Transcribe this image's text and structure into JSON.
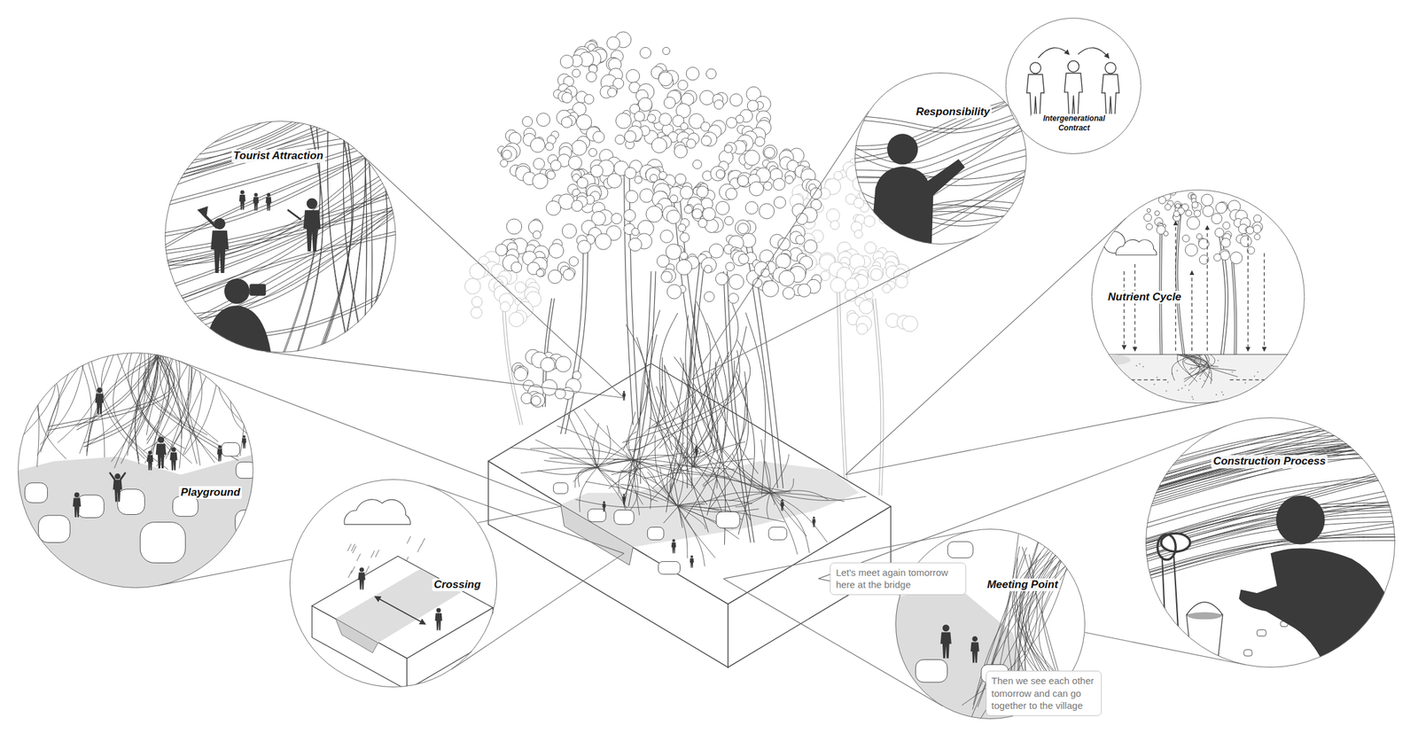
{
  "diagram": {
    "nodes": [
      {
        "text": [
          "Tourist Attraction"
        ]
      },
      {
        "text": [
          "Responsibility"
        ]
      },
      {
        "text": [
          "Intergenerational Contract"
        ]
      },
      {
        "text": [
          "Nutrient Cycle"
        ]
      },
      {
        "text": [
          "Playground"
        ]
      },
      {
        "text": [
          "Crossing"
        ]
      },
      {
        "text": [
          "Meeting Point"
        ]
      },
      {
        "text": [
          "Let's meet again tomorrow here at the bridge"
        ]
      },
      {
        "text": [
          "Then we see each other tomorrow and can go together to the village"
        ]
      },
      {
        "text": [
          "Construction Process"
        ]
      }
    ]
  }
}
